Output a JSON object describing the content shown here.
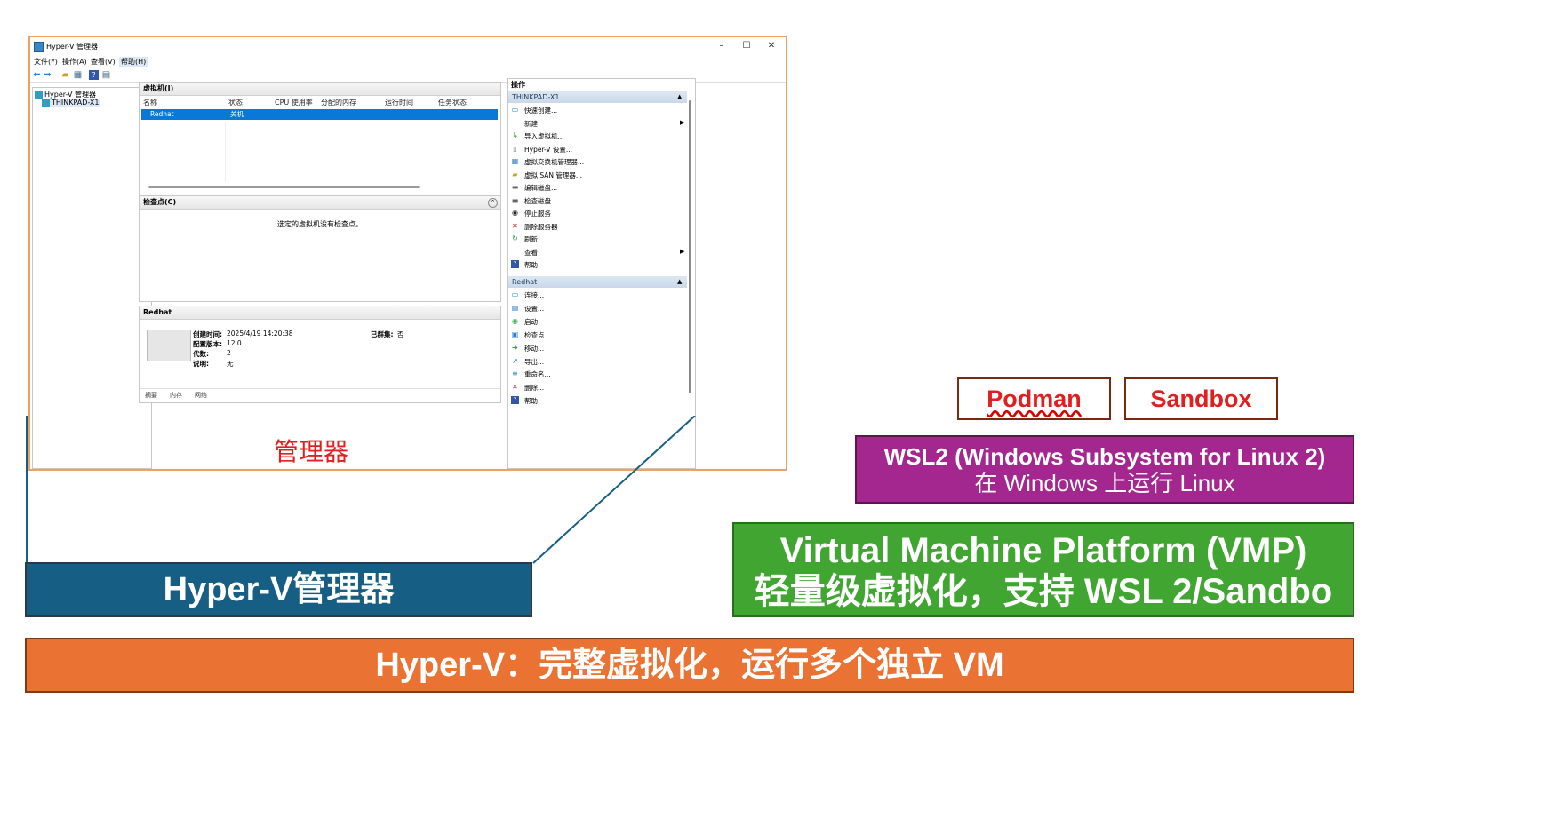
{
  "window": {
    "title": "Hyper-V 管理器",
    "controls": {
      "minimize": "–",
      "maximize": "☐",
      "close": "✕"
    },
    "menu": [
      "文件(F)",
      "操作(A)",
      "查看(V)",
      "帮助(H)"
    ],
    "toolbar_icons": [
      "back-arrow-icon",
      "forward-arrow-icon",
      "up-folder-icon",
      "console-tree-icon",
      "help-icon",
      "properties-icon"
    ],
    "tree": {
      "root": "Hyper-V 管理器",
      "child": "THINKPAD-X1"
    },
    "vm_pane": {
      "header": "虚拟机(I)",
      "columns": [
        "名称",
        "状态",
        "CPU 使用率",
        "分配的内存",
        "运行时间",
        "任务状态"
      ],
      "rows": [
        {
          "name": "Redhat",
          "state": "关机"
        }
      ]
    },
    "checkpoint_pane": {
      "header": "检查点(C)",
      "empty_text": "选定的虚拟机没有检查点。"
    },
    "detail_pane": {
      "header": "Redhat",
      "created_label": "创建时间:",
      "created_value": "2025/4/19 14:20:38",
      "config_label": "配置版本:",
      "config_value": "12.0",
      "gen_label": "代数:",
      "gen_value": "2",
      "notes_label": "说明:",
      "notes_value": "无",
      "clustered_label": "已群集:",
      "clustered_value": "否",
      "tabs": [
        "摘要",
        "内存",
        "网络"
      ]
    },
    "actions": {
      "header": "操作",
      "host_section": "THINKPAD-X1",
      "host_items": [
        "快速创建...",
        "新建",
        "导入虚拟机...",
        "Hyper-V 设置...",
        "虚拟交换机管理器...",
        "虚拟 SAN 管理器...",
        "编辑磁盘...",
        "检查磁盘...",
        "停止服务",
        "删除服务器",
        "刷新",
        "查看",
        "帮助"
      ],
      "vm_section": "Redhat",
      "vm_items": [
        "连接...",
        "设置...",
        "启动",
        "检查点",
        "移动...",
        "导出...",
        "重命名...",
        "删除...",
        "帮助"
      ]
    }
  },
  "diagram": {
    "manager_label": "管理器",
    "hyperv_manager_bar": "Hyper-V管理器",
    "hyperv_bar": "Hyper-V：完整虚拟化，运行多个独立 VM",
    "vmp_line1": "Virtual Machine Platform (VMP)",
    "vmp_line2": "轻量级虚拟化，支持 WSL 2/Sandbo",
    "wsl_line1": "WSL2 (Windows Subsystem for Linux 2)",
    "wsl_line2": "在 Windows 上运行 Linux",
    "podman": "Podman",
    "sandbox": "Sandbox"
  },
  "colors": {
    "hyperv_manager_bar": "#165e83",
    "hyperv_bar": "#ea7333",
    "vmp": "#41a532",
    "wsl": "#a3278f",
    "label_red": "#e02020",
    "selection_blue": "#0a78d7"
  }
}
